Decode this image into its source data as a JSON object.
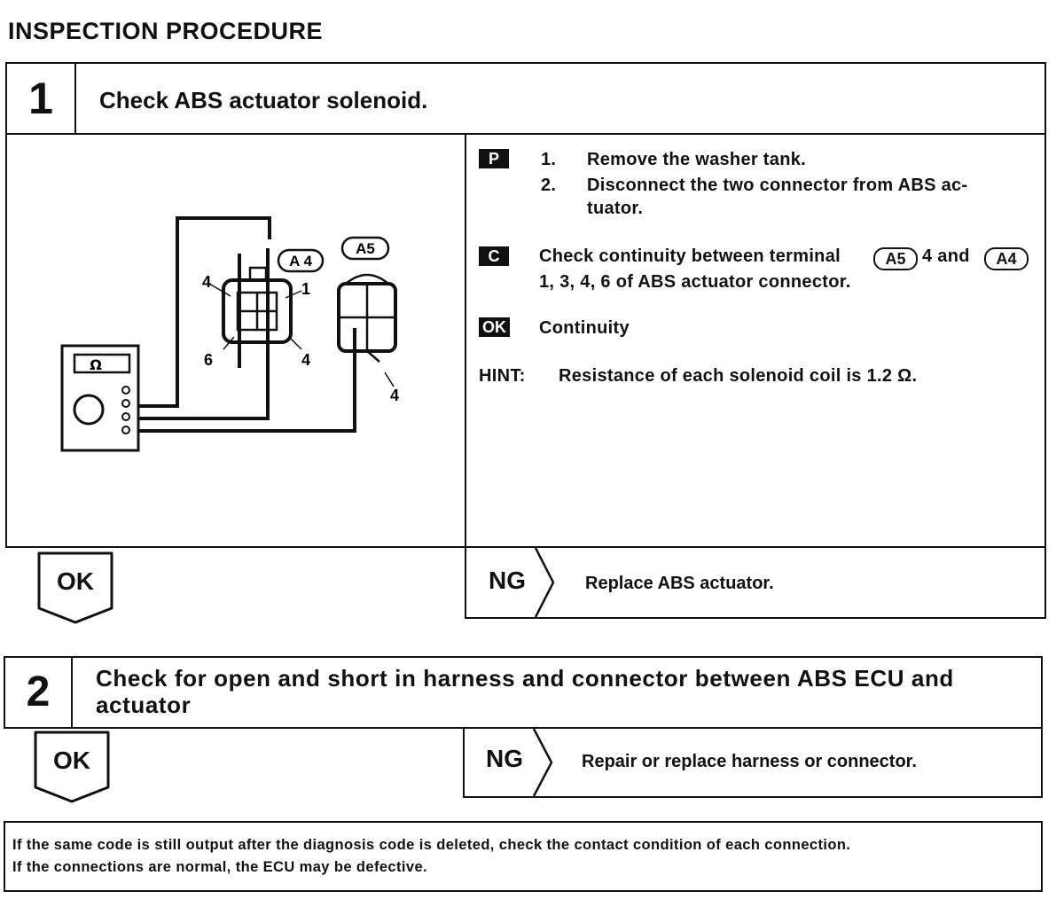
{
  "page": {
    "title": "INSPECTION PROCEDURE"
  },
  "step1": {
    "number": "1",
    "title": "Check ABS actuator solenoid.",
    "p_badge": "P",
    "prep": [
      {
        "num": "1.",
        "text": "Remove the washer tank."
      },
      {
        "num": "2.",
        "text": "Disconnect the two connector from ABS ac-"
      },
      {
        "num": "",
        "text": "tuator."
      }
    ],
    "c_badge": "C",
    "check_line1_a": "Check continuity between terminal",
    "check_conn_a": "A5",
    "check_line1_b": "4 and",
    "check_conn_b": "A4",
    "check_line2": "1, 3, 4, 6 of ABS actuator connector.",
    "ok_badge": "OK",
    "ok_text": "Continuity",
    "hint_label": "HINT:",
    "hint_text": "Resistance of each solenoid coil is 1.2 Ω.",
    "diagram": {
      "meter_symbol": "Ω",
      "conn_a4": "A 4",
      "conn_a5": "A5",
      "pin_4_top": "4",
      "pin_1": "1",
      "pin_6": "6",
      "pin_4_bottom": "4",
      "pin_4_a5": "4"
    },
    "ok_label": "OK",
    "ng_label": "NG",
    "ng_text": "Replace ABS actuator."
  },
  "step2": {
    "number": "2",
    "title_line1": "Check for open and short in harness and connector between ABS ECU and",
    "title_line2": "actuator",
    "ok_label": "OK",
    "ng_label": "NG",
    "ng_text": "Repair or replace harness or connector."
  },
  "note": {
    "line1": "If the same code is still output after the diagnosis code is deleted, check the contact condition of each connection.",
    "line2": "If the connections are normal, the ECU may be defective."
  }
}
